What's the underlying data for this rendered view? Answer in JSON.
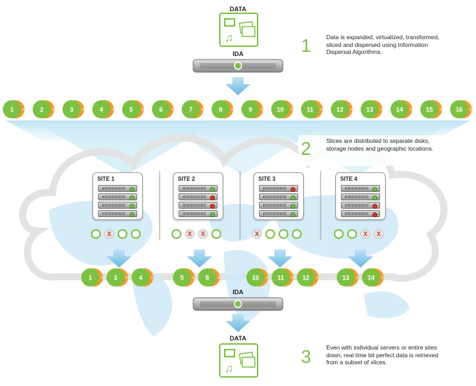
{
  "top_data_label": "DATA",
  "top_ida_label": "IDA",
  "bottom_ida_label": "IDA",
  "bottom_data_label": "DATA",
  "steps": [
    {
      "number": "1",
      "text": "Data is expanded, virtualized, transformed, sliced and dispersed using Information Dispersal Algorithms."
    },
    {
      "number": "2",
      "text": "Slices are distributed to separate disks, storage nodes and geographic locations."
    },
    {
      "number": "3",
      "text": "Even with individual servers or entire sites down, real time bit perfect data is retrieved from a subset of slices."
    }
  ],
  "slices": [
    "1",
    "2",
    "3",
    "4",
    "5",
    "6",
    "7",
    "8",
    "9",
    "10",
    "11",
    "12",
    "13",
    "14",
    "15",
    "16"
  ],
  "sites": [
    {
      "title": "SITE 1",
      "leds": [
        "green",
        "green",
        "green",
        "green"
      ],
      "slots": [
        "ok",
        "bad",
        "ok",
        "ok"
      ]
    },
    {
      "title": "SITE 2",
      "leds": [
        "green",
        "red",
        "red",
        "green"
      ],
      "slots": [
        "ok",
        "bad",
        "bad",
        "ok"
      ]
    },
    {
      "title": "SITE 3",
      "leds": [
        "red",
        "green",
        "green",
        "green"
      ],
      "slots": [
        "bad",
        "ok",
        "ok",
        "ok"
      ]
    },
    {
      "title": "SITE 4",
      "leds": [
        "green",
        "green",
        "red",
        "red"
      ],
      "slots": [
        "ok",
        "ok",
        "bad",
        "bad"
      ]
    }
  ],
  "slot_x_mark": "X",
  "retrieved_groups": [
    [
      "1",
      "3",
      "4"
    ],
    [
      "5",
      "8"
    ],
    [
      "10",
      "11",
      "12"
    ],
    [
      "13",
      "14"
    ]
  ],
  "colors": {
    "green": "#7cc242",
    "orange": "#f39a2b",
    "sky": "#9fd3ee",
    "server_led_ok": "#6cc04a",
    "server_led_fail": "#d9362b"
  }
}
